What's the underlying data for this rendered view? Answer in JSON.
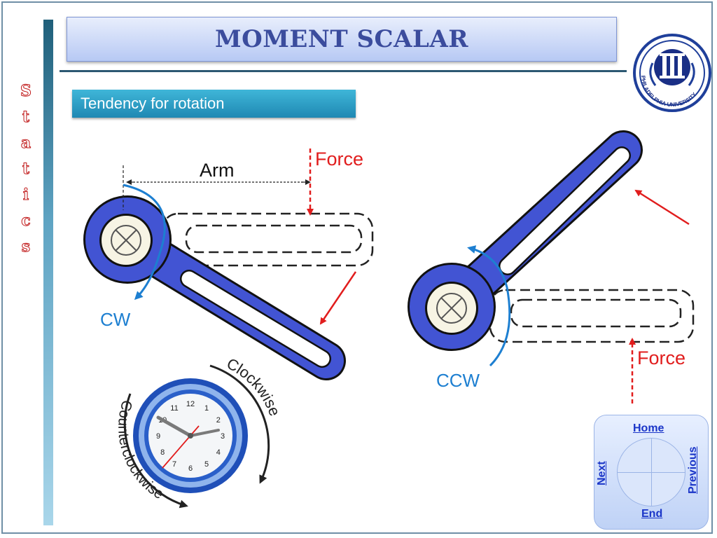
{
  "slide": {
    "title": "MOMENT SCALAR",
    "side_word": [
      "S",
      "t",
      "a",
      "t",
      "i",
      "c",
      "s"
    ],
    "section_header": "Tendency for rotation"
  },
  "logo": {
    "text": "PHILADELPHIA UNIVERSITY",
    "colors": {
      "ring": "#1f3f9a",
      "center": "#1a2f86"
    }
  },
  "diagram_left": {
    "arm_label": "Arm",
    "force_label": "Force",
    "rotation_label": "CW"
  },
  "diagram_right": {
    "force_label": "Force",
    "rotation_label": "CCW"
  },
  "clock": {
    "clockwise_label": "Clockwise",
    "counterclockwise_label": "Counterclockwise",
    "numbers": [
      "12",
      "1",
      "2",
      "3",
      "4",
      "5",
      "6",
      "7",
      "8",
      "9",
      "10",
      "11"
    ]
  },
  "nav": {
    "home": "Home",
    "previous": "Previous",
    "next": "Next",
    "end": "End"
  },
  "colors": {
    "wrench": "#4254d3",
    "force_arrow": "#e11d1d",
    "rotation_arrow": "#1d7fd1",
    "force_text": "#e11d1d",
    "rotation_text": "#1d7fd1",
    "accent": "#1f88b3"
  }
}
